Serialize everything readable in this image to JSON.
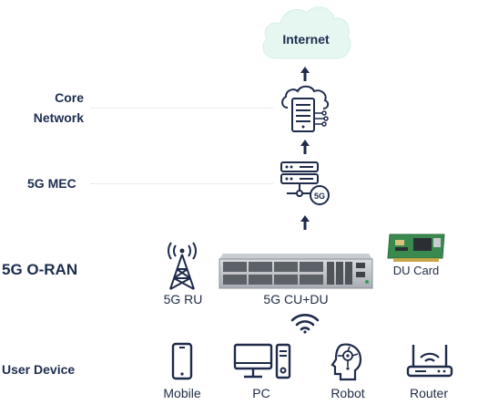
{
  "diagram": {
    "cloud": {
      "label": "Internet"
    },
    "layers": {
      "core_network": [
        "Core",
        "Network"
      ],
      "mec": "5G MEC",
      "oran": "5G O-RAN",
      "user_device": "User Device"
    },
    "nodes": {
      "ru": "5G RU",
      "server": "5G CU+DU",
      "du_card": "DU Card"
    },
    "devices": [
      "Mobile",
      "PC",
      "Robot",
      "Router"
    ],
    "icons": {
      "cloud": "cloud-icon",
      "core": "cloud-server-icon",
      "mec": "server-5g-icon",
      "tower": "cell-tower-icon",
      "server": "rack-server-icon",
      "card": "pcie-card-icon",
      "wifi": "wireless-signal-icon",
      "mobile": "mobile-phone-icon",
      "pc": "desktop-pc-icon",
      "robot": "robot-head-icon",
      "router": "wifi-router-icon"
    },
    "colors": {
      "cloud_fill": "#e6f6f1",
      "text": "#1d2d4f",
      "icon": "#1e2b4a",
      "accent_green": "#3a8a4f"
    }
  }
}
